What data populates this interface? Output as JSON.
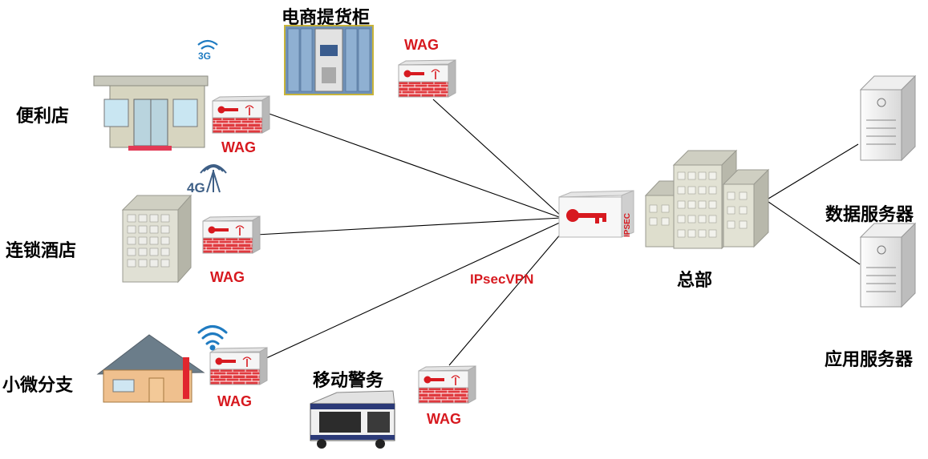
{
  "nodes": {
    "convenience_store": {
      "label": "便利店",
      "wag": "WAG",
      "signal": "3G"
    },
    "parcel_locker": {
      "label": "电商提货柜",
      "wag": "WAG"
    },
    "chain_hotel": {
      "label": "连锁酒店",
      "wag": "WAG",
      "signal": "4G"
    },
    "small_branch": {
      "label": "小微分支",
      "wag": "WAG"
    },
    "mobile_police": {
      "label": "移动警务",
      "wag": "WAG"
    },
    "headquarters": {
      "label": "总部",
      "gateway": "IPSEC"
    },
    "data_server": {
      "label": "数据服务器"
    },
    "app_server": {
      "label": "应用服务器"
    }
  },
  "link_label": "IPsecVPN",
  "colors": {
    "accent_red": "#d7191f",
    "line": "#000000",
    "building": "#dcdccf"
  }
}
